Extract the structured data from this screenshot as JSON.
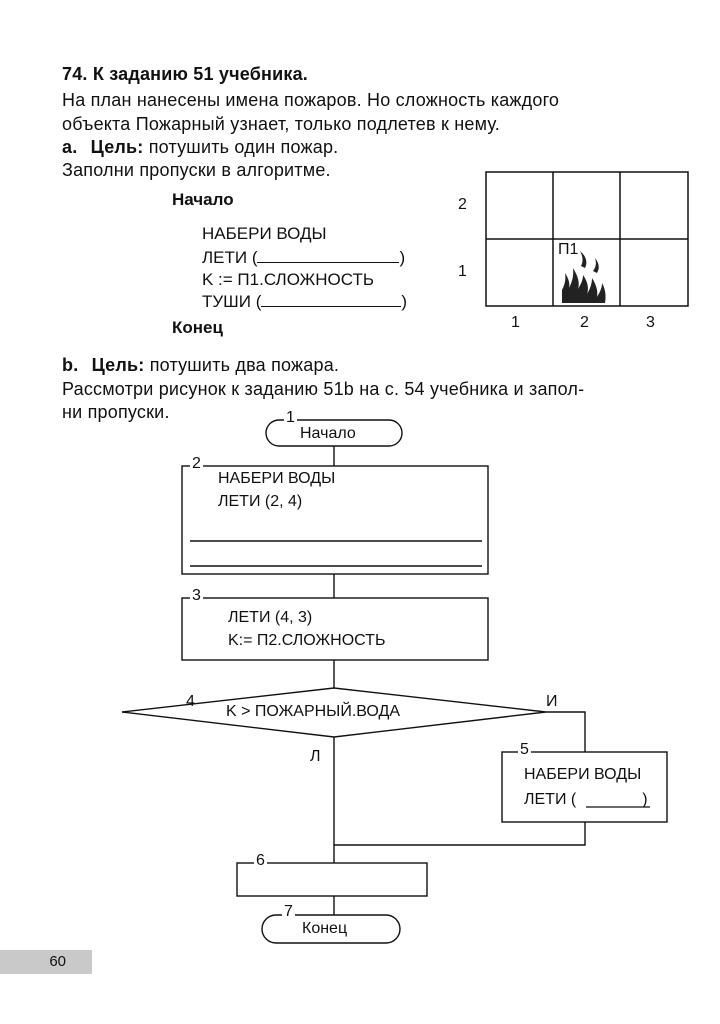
{
  "task": {
    "header": "74. К заданию 51 учебника.",
    "intro_line1": "На план нанесены имена пожаров. Но сложность каждого",
    "intro_line2": "объекта Пожарный узнает, только подлетев к нему."
  },
  "part_a": {
    "marker": "a.",
    "goal_label": "Цель:",
    "goal_text": "потушить один пожар.",
    "instruction": "Заполни пропуски в алгоритме.",
    "begin": "Начало",
    "lines": [
      "НАБЕРИ ВОДЫ",
      "ЛЕТИ (",
      "K := П1.СЛОЖНОСТЬ",
      "ТУШИ ("
    ],
    "end": "Конец",
    "grid": {
      "row_labels": [
        "2",
        "1"
      ],
      "col_labels": [
        "1",
        "2",
        "3"
      ],
      "fire_label": "П1"
    }
  },
  "part_b": {
    "marker": "b.",
    "goal_label": "Цель:",
    "goal_text": "потушить два пожара.",
    "line1": "Рассмотри рисунок к заданию 51b на с. 54 учебника и запол-",
    "line2": "ни пропуски.",
    "flowchart": {
      "n1": "1",
      "start": "Начало",
      "n2": "2",
      "b2_line1": "НАБЕРИ ВОДЫ",
      "b2_line2": "ЛЕТИ (2, 4)",
      "n3": "3",
      "b3_line1": "ЛЕТИ (4, 3)",
      "b3_line2": "K:= П2.СЛОЖНОСТЬ",
      "n4": "4",
      "condition": "K > ПОЖАРНЫЙ.ВОДА",
      "yes": "И",
      "no": "Л",
      "n5": "5",
      "b5_line1": "НАБЕРИ ВОДЫ",
      "b5_line2": "ЛЕТИ (",
      "n6": "6",
      "n7": "7",
      "end": "Конец"
    }
  },
  "page_number": "60"
}
